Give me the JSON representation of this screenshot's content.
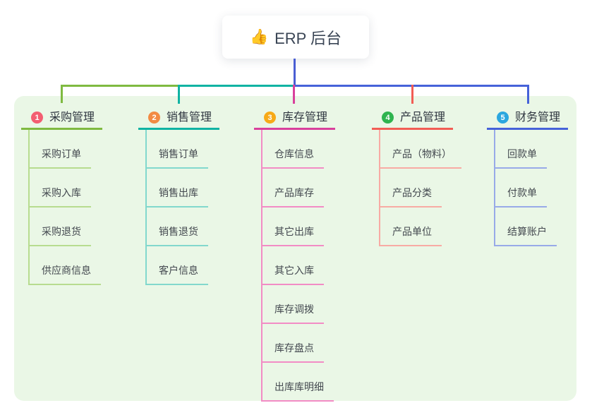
{
  "root": {
    "icon": "👍",
    "title": "ERP 后台"
  },
  "colors": {
    "panel_bg": "#eaf7e6",
    "root_line": "#4a5ed3"
  },
  "branches": [
    {
      "badge": "1",
      "label": "采购管理",
      "badge_color": "#f35e71",
      "line_color": "#7fba41",
      "child_line_color": "#b7dc8f",
      "children": [
        "采购订单",
        "采购入库",
        "采购退货",
        "供应商信息"
      ]
    },
    {
      "badge": "2",
      "label": "销售管理",
      "badge_color": "#f28b43",
      "line_color": "#10b3a3",
      "child_line_color": "#82d8cd",
      "children": [
        "销售订单",
        "销售出库",
        "销售退货",
        "客户信息"
      ]
    },
    {
      "badge": "3",
      "label": "库存管理",
      "badge_color": "#f7aa18",
      "line_color": "#d9409c",
      "child_line_color": "#f28cc5",
      "children": [
        "仓库信息",
        "产品库存",
        "其它出库",
        "其它入库",
        "库存调拨",
        "库存盘点",
        "出库库明细"
      ]
    },
    {
      "badge": "4",
      "label": "产品管理",
      "badge_color": "#2fb44f",
      "line_color": "#f25d55",
      "child_line_color": "#f8aba4",
      "children": [
        "产品（物料）",
        "产品分类",
        "产品单位"
      ]
    },
    {
      "badge": "5",
      "label": "财务管理",
      "badge_color": "#2ba7df",
      "line_color": "#4662d9",
      "child_line_color": "#98aae8",
      "children": [
        "回款单",
        "付款单",
        "结算账户"
      ]
    }
  ]
}
